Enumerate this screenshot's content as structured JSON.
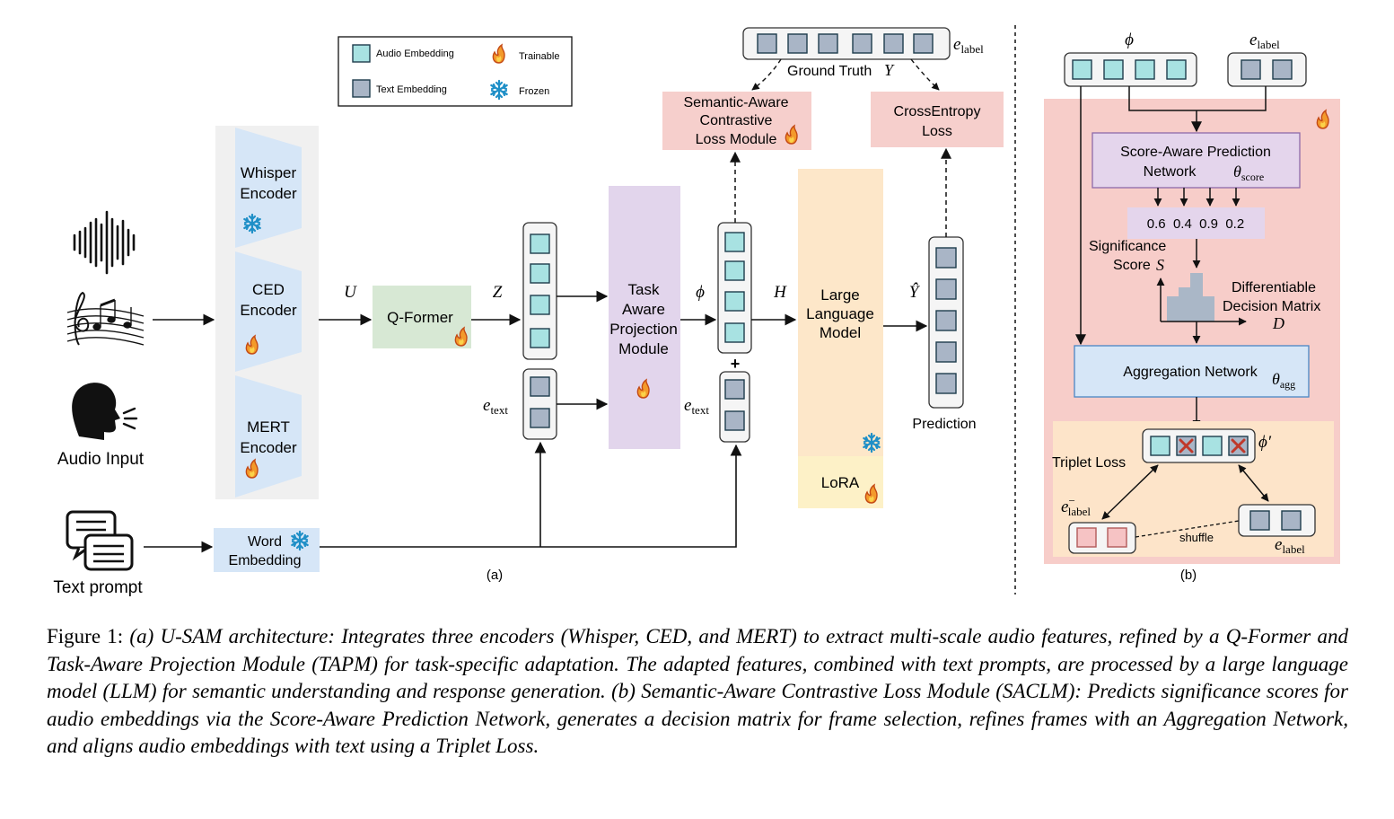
{
  "legend": {
    "audio_embedding": "Audio Embedding",
    "text_embedding": "Text Embedding",
    "trainable": "Trainable",
    "frozen": "Frozen"
  },
  "panel_a": {
    "audio_input": "Audio Input",
    "text_prompt": "Text prompt",
    "encoders": {
      "whisper": [
        "Whisper",
        "Encoder"
      ],
      "ced": [
        "CED",
        "Encoder"
      ],
      "mert": [
        "MERT",
        "Encoder"
      ]
    },
    "u": "U",
    "q_former": "Q-Former",
    "z": "Z",
    "tapm": [
      "Task",
      "Aware",
      "Projection",
      "Module"
    ],
    "phi": "ϕ",
    "h": "H",
    "plus": "+",
    "e_text": "e",
    "e_text_sub": "text",
    "llm": [
      "Large",
      "Language",
      "Model"
    ],
    "lora": "LoRA",
    "y_hat": "Ŷ",
    "prediction": "Prediction",
    "word_embedding": [
      "Word",
      "Embedding"
    ],
    "e_label": "e",
    "e_label_sub": "label",
    "ground_truth": "Ground Truth",
    "ground_truth_var": "Y",
    "saclm": [
      "Semantic-Aware",
      "Contrastive",
      "Loss Module"
    ],
    "ce_loss": [
      "CrossEntropy",
      "Loss"
    ],
    "label": "(a)"
  },
  "panel_b": {
    "phi": "ϕ",
    "e_label": "e",
    "e_label_sub": "label",
    "score_net": [
      "Score-Aware Prediction",
      "Network"
    ],
    "theta_score": "θ",
    "theta_score_sub": "score",
    "scores": "0.6  0.4  0.9  0.2",
    "sig_score": [
      "Significance",
      "Score"
    ],
    "s": "S",
    "diff_matrix": [
      "Differentiable",
      "Decision Matrix"
    ],
    "d": "D",
    "agg_net": "Aggregation Network",
    "theta_agg": "θ",
    "theta_agg_sub": "agg",
    "triplet_loss": "Triplet Loss",
    "phi_prime": "ϕ′",
    "e_label_neg": "e",
    "e_label_neg_sup": "−",
    "shuffle": "shuffle",
    "label": "(b)"
  },
  "caption": {
    "prefix": "Figure 1: ",
    "text": "(a) U-SAM architecture: Integrates three encoders (Whisper, CED, and MERT) to extract multi-scale audio features, refined by a Q-Former and Task-Aware Projection Module (TAPM) for task-specific adaptation. The adapted features, combined with text prompts, are processed by a large language model (LLM) for semantic understanding and response generation. (b) Semantic-Aware Contrastive Loss Module (SACLM): Predicts significance scores for audio embeddings via the Score-Aware Prediction Network, generates a decision matrix for frame selection, refines frames with an Aggregation Network, and aligns audio embeddings with text using a Triplet Loss."
  },
  "colors": {
    "audio_emb": "#a8e2e2",
    "text_emb": "#a9b5c6",
    "encoder": "#d6e6f7",
    "qformer": "#d7e8d4",
    "tapm": "#e2d5ec",
    "llm": "#fde7c9",
    "lora": "#fdf1c7",
    "loss": "#f6cfcc",
    "panel_b_bg": "#f7cdc9",
    "score_net": "#e4d5ec",
    "agg_net": "#d6e6f7",
    "triplet_bg": "#fde4c9",
    "neg_emb": "#f6c3c4"
  }
}
